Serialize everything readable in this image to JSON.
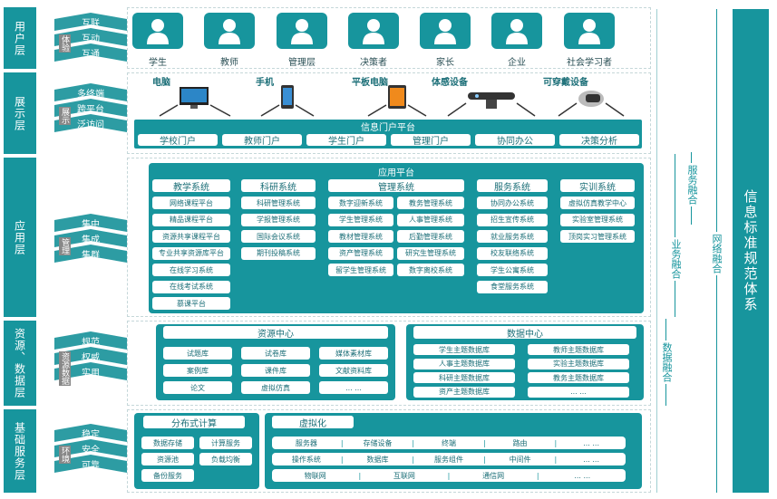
{
  "layers": {
    "user": "用户层",
    "display": "展示层",
    "app": "应用层",
    "resource": "资源、数据层",
    "infra": "基础服务层"
  },
  "arrows": {
    "user": [
      "互联",
      "互动",
      "互通"
    ],
    "display": [
      "多终端",
      "跨平台",
      "泛访问"
    ],
    "app": [
      "集中",
      "集成",
      "集群"
    ],
    "resource": [
      "规范",
      "权威",
      "实用"
    ],
    "infra": [
      "稳定",
      "安全",
      "可靠"
    ]
  },
  "arrow_side": {
    "user": "体验",
    "display": "展示",
    "app": "管理",
    "resource": "资源数据",
    "infra": "环境"
  },
  "users": [
    "学生",
    "教师",
    "管理层",
    "决策者",
    "家长",
    "企业",
    "社会学习者"
  ],
  "devices": [
    "电脑",
    "手机",
    "平板电脑",
    "体感设备",
    "可穿戴设备"
  ],
  "portal": {
    "title": "信息门户平台",
    "items": [
      "学校门户",
      "教师门户",
      "学生门户",
      "管理门户",
      "协同办公",
      "决策分析"
    ]
  },
  "app_platform": {
    "title": "应用平台",
    "columns": [
      {
        "head": "教学系统",
        "items": [
          "网络课程平台",
          "精品课程平台",
          "资源共享课程平台",
          "专业共享资源库平台",
          "在线学习系统",
          "在线考试系统",
          "慕课平台"
        ]
      },
      {
        "head": "科研系统",
        "items": [
          "科研管理系统",
          "学报管理系统",
          "国际会议系统",
          "期刊投稿系统"
        ]
      },
      {
        "head": "管理系统",
        "items_left": [
          "数字迎新系统",
          "学生管理系统",
          "教材管理系统",
          "资产管理系统",
          "留学生管理系统"
        ],
        "items_right": [
          "教务管理系统",
          "人事管理系统",
          "后勤管理系统",
          "研究生管理系统",
          "数字离校系统"
        ]
      },
      {
        "head": "服务系统",
        "items": [
          "协同办公系统",
          "招生宣传系统",
          "就业服务系统",
          "校友联络系统",
          "学生公寓系统",
          "食堂服务系统"
        ]
      },
      {
        "head": "实训系统",
        "items": [
          "虚拟仿真教学中心",
          "实验室管理系统",
          "顶岗实习管理系统"
        ]
      }
    ]
  },
  "resource_center": {
    "title": "资源中心",
    "rows": [
      [
        "试题库",
        "试卷库",
        "媒体素材库"
      ],
      [
        "案例库",
        "课件库",
        "文献资料库"
      ],
      [
        "论文",
        "虚拟仿真",
        "... ..."
      ]
    ]
  },
  "data_center": {
    "title": "数据中心",
    "rows": [
      [
        "学生主题数据库",
        "教师主题数据库"
      ],
      [
        "人事主题数据库",
        "实验主题数据库"
      ],
      [
        "科研主题数据库",
        "教务主题数据库"
      ],
      [
        "资产主题数据库",
        "... ..."
      ]
    ]
  },
  "distributed": {
    "title": "分布式计算",
    "rows": [
      [
        "数据存储",
        "计算服务"
      ],
      [
        "资源池",
        "负载均衡"
      ],
      [
        "备份服务"
      ]
    ]
  },
  "virtualization": {
    "title": "虚拟化",
    "rows": [
      [
        "服务器",
        "存储设备",
        "终端",
        "路由",
        "... ..."
      ],
      [
        "操作系统",
        "数据库",
        "服务组件",
        "中间件",
        "... ..."
      ],
      [
        "物联网",
        "互联网",
        "通信网",
        "... ..."
      ]
    ]
  },
  "fusion": {
    "service": "服务融合",
    "business": "业务融合",
    "data": "数据融合",
    "network": "网络融合"
  },
  "standard": "信息标准规范体系",
  "colors": {
    "primary": "#17959d",
    "dark": "#1c6f78"
  }
}
